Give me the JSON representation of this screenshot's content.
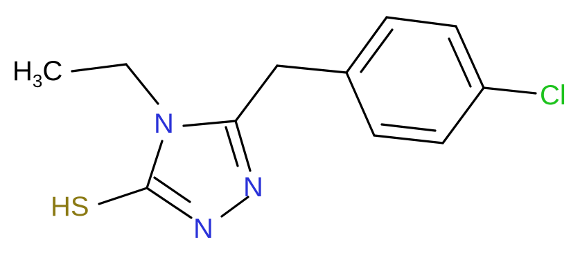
{
  "molecule": {
    "atoms": {
      "ch3": {
        "main": "H",
        "sub": "3",
        "tail": "C"
      },
      "n4": "N",
      "n_left": "N",
      "n_right": "N",
      "sh": "HS",
      "cl": "Cl"
    },
    "colors": {
      "bond": "#000000",
      "carbon": "#000000",
      "nitrogen": "#2a32d8",
      "sulfur": "#8b7a14",
      "chlorine": "#1ec31e"
    }
  }
}
